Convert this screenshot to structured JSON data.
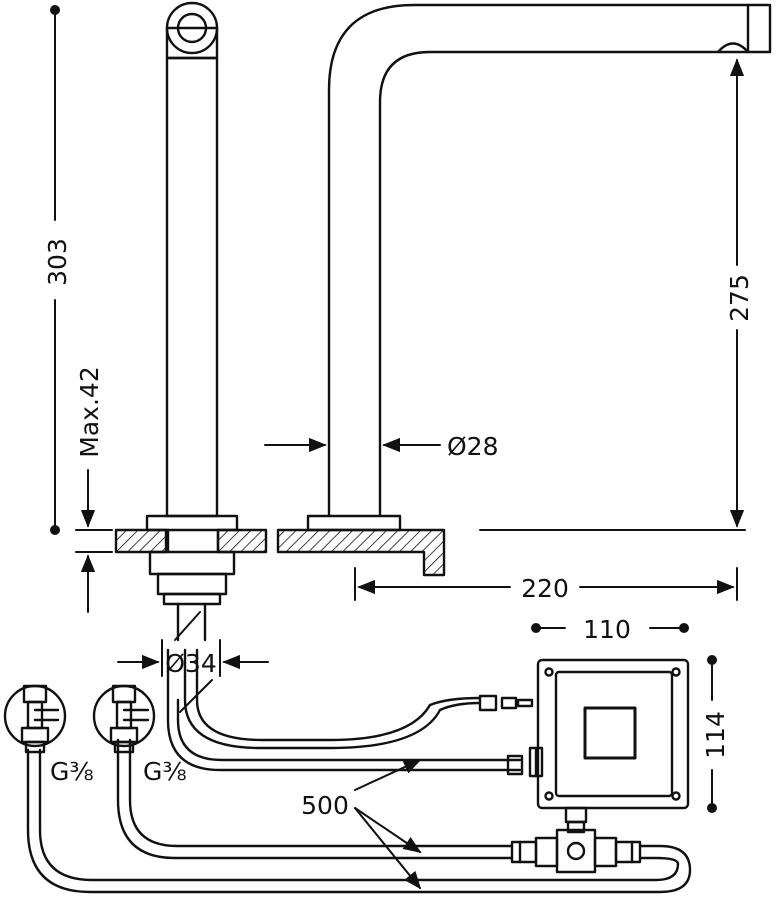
{
  "dimensions": {
    "overall_height": "303",
    "max_deck": "Max.42",
    "spout_height": "275",
    "spout_diameter": "Ø28",
    "spout_reach": "220",
    "box_width": "110",
    "box_height": "114",
    "hole_diameter": "Ø34",
    "hose_length": "500",
    "connection_left": "G⅜",
    "connection_right": "G⅜"
  },
  "colors": {
    "line": "#111111",
    "background": "#ffffff"
  }
}
